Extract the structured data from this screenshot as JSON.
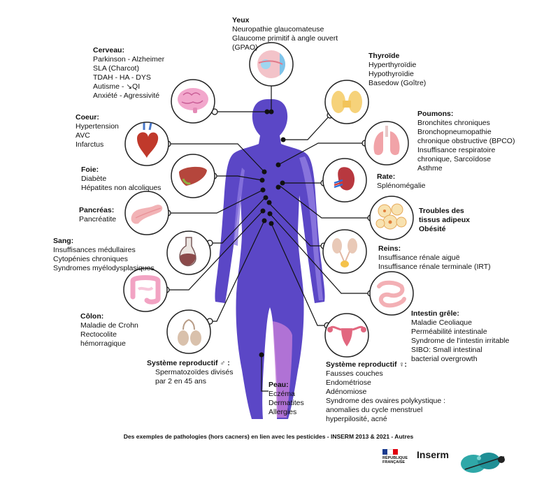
{
  "colors": {
    "body_main": "#5b47c6",
    "body_light": "#9a86e6",
    "body_accent": "#c07ad7",
    "connector": "#111111"
  },
  "organs": {
    "eyes": {
      "title": "Yeux",
      "lines": [
        "Neuropathie glaucomateuse",
        "Glaucome primitif à angle ouvert",
        "(GPAO)"
      ],
      "icon": "eye-icon"
    },
    "brain": {
      "title": "Cerveau:",
      "lines": [
        "Parkinson - Alzheimer",
        "SLA (Charcot)",
        "TDAH - HA - DYS",
        "Autisme - ↘QI",
        "Anxiété - Agressivité"
      ],
      "icon": "brain-icon"
    },
    "thyroid": {
      "title": "Thyroïde",
      "lines": [
        "Hyperthyroïdie",
        "Hypothyroïdie",
        "Basedow (Goître)"
      ],
      "icon": "thyroid-icon"
    },
    "heart": {
      "title": "Coeur:",
      "lines": [
        "Hypertension",
        "AVC",
        "Infarctus"
      ],
      "icon": "heart-icon"
    },
    "lungs": {
      "title": "Poumons:",
      "lines": [
        "Bronchites chroniques",
        "Bronchopneumopathie",
        "chronique obstructive (BPCO)",
        "Insuffisance respiratoire",
        "chronique, Sarcoïdose",
        "Asthme"
      ],
      "icon": "lungs-icon"
    },
    "liver": {
      "title": "Foie:",
      "lines": [
        "Diabète",
        "Hépatites non alcoliques"
      ],
      "icon": "liver-icon"
    },
    "spleen": {
      "title": "Rate:",
      "lines": [
        "Splénomégalie"
      ],
      "icon": "spleen-icon"
    },
    "pancreas": {
      "title": "Pancréas:",
      "lines": [
        "Pancréatite"
      ],
      "icon": "pancreas-icon"
    },
    "adipose": {
      "title": "",
      "lines": [
        "Troubles des",
        "tissus adipeux",
        "Obésité"
      ],
      "icon": "fat-cells-icon"
    },
    "blood": {
      "title": "Sang:",
      "lines": [
        "Insuffisances médullaires",
        "Cytopénies chroniques",
        "Syndromes myélodysplasiques"
      ],
      "icon": "blood-flask-icon"
    },
    "kidneys": {
      "title": "Reins:",
      "lines": [
        "Insuffisance rénale aiguë",
        "Insuffisance rénale terminale (IRT)"
      ],
      "icon": "kidneys-icon"
    },
    "colon": {
      "title": "Côlon:",
      "lines": [
        "Maladie de Crohn",
        "Rectocolite",
        "hémorragique"
      ],
      "icon": "colon-icon"
    },
    "small_intestine": {
      "title": "Intestin grêle:",
      "lines": [
        "Maladie Ceoliaque",
        "Perméabilité intestinale",
        "Syndrome de l'intestin irritable",
        "SIBO: Small intestinal",
        "bacterial overgrowth"
      ],
      "icon": "small-intestine-icon"
    },
    "male_repro": {
      "title": "Système reproductif ♂ :",
      "lines": [
        "Spermatozoïdes divisés",
        "par 2 en 45 ans"
      ],
      "icon": "testes-icon"
    },
    "skin": {
      "title": "Peau:",
      "lines": [
        "Eczéma",
        "Dermatites",
        "Allergies"
      ],
      "icon": ""
    },
    "female_repro": {
      "title": "Système reproductif ♀:",
      "lines": [
        "Fausses couches",
        "Endométriose",
        "Adénomiose",
        "Syndrome des ovaires polykystique :",
        "anomalies du cycle menstruel",
        "hyperpilosité, acné"
      ],
      "icon": "uterus-icon"
    }
  },
  "caption": "Des exemples de pathologies (hors cacners) en lien avec les pesticides - INSERM 2013 & 2021 - Autres",
  "logos": {
    "republique": {
      "lines": [
        "RÉPUBLIQUE",
        "FRANÇAISE"
      ]
    },
    "inserm": {
      "name": "Inserm"
    }
  }
}
